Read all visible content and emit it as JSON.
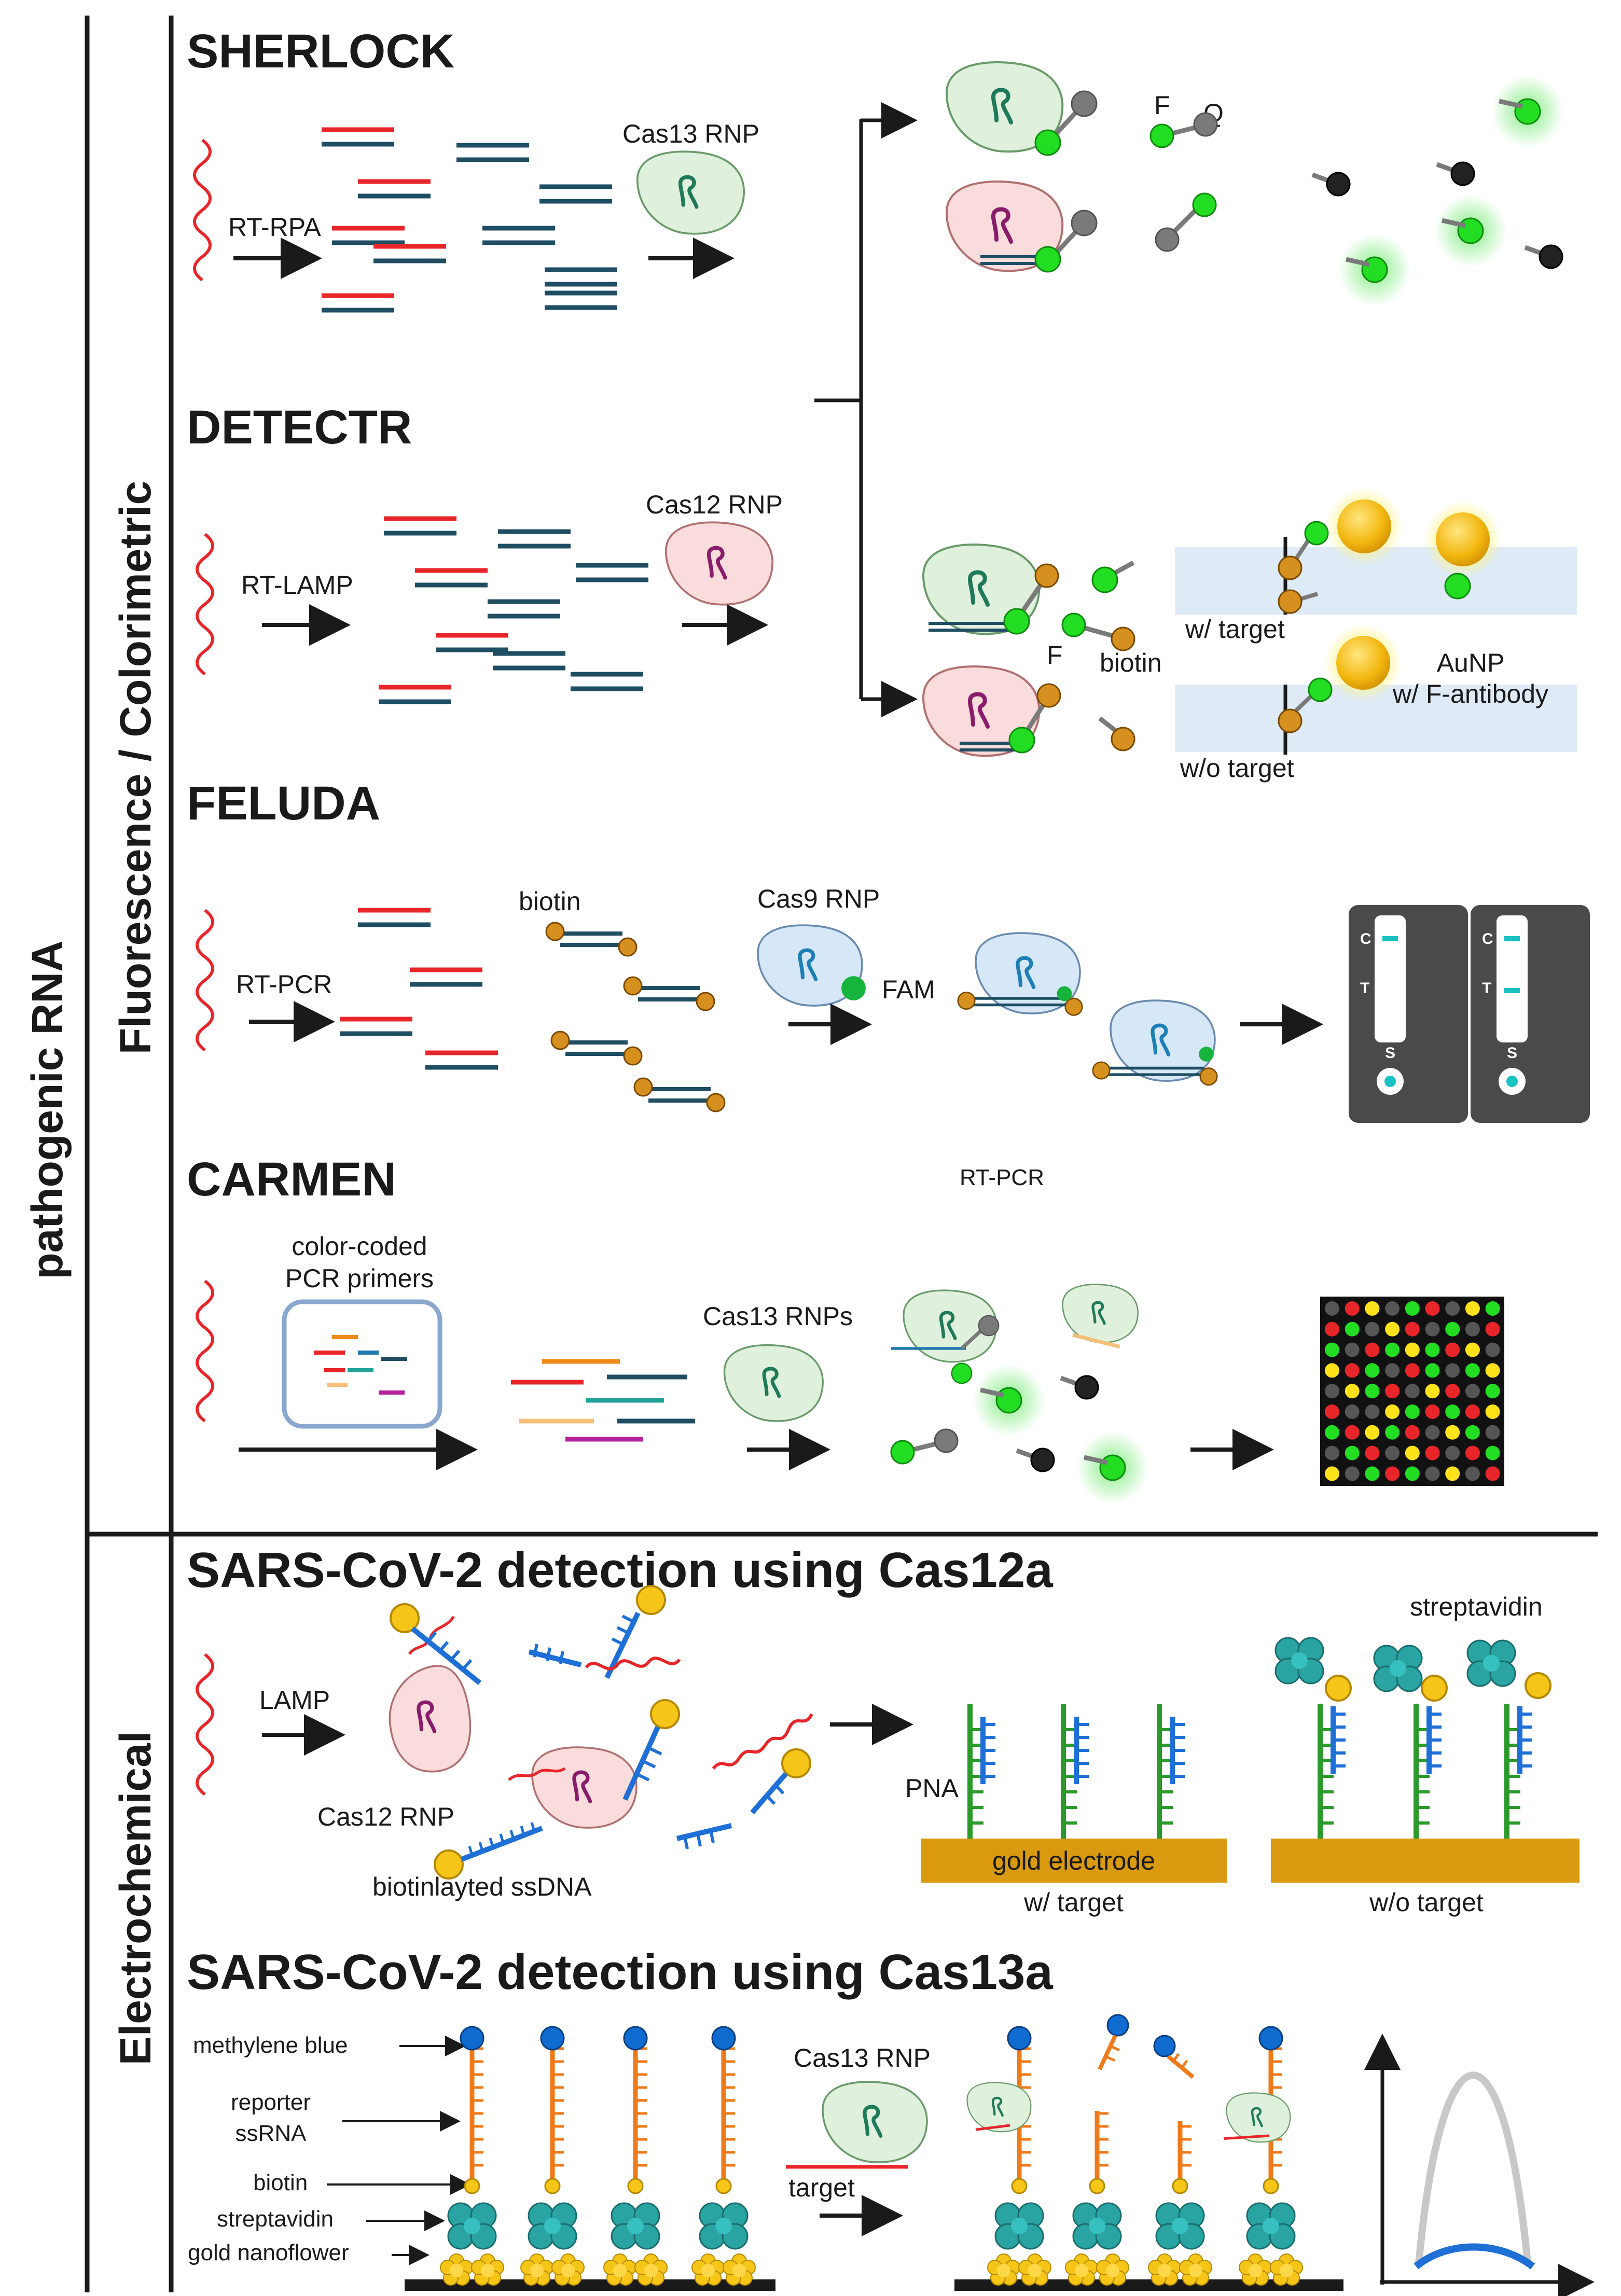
{
  "labels": {
    "outer_vertical": "pathogenic RNA",
    "inner_vertical_top": "Fluorescence / Colorimetric",
    "inner_vertical_bottom": "Electrochemical"
  },
  "sherlock": {
    "title": "SHERLOCK",
    "amplification": "RT-RPA",
    "rnp": "Cas13 RNP",
    "fluor_label": "F",
    "quench_label": "Q"
  },
  "detectr": {
    "title": "DETECTR",
    "amplification": "RT-LAMP",
    "rnp": "Cas12 RNP",
    "fluor_label": "F",
    "biotin_label": "biotin",
    "with_target": "w/ target",
    "without_target": "w/o target",
    "aunp_label_1": "AuNP",
    "aunp_label_2": "w/ F-antibody"
  },
  "feluda": {
    "title": "FELUDA",
    "amplification": "RT-PCR",
    "biotin_label": "biotin",
    "rnp": "Cas9 RNP",
    "fam_label": "FAM",
    "strip_c": "C",
    "strip_t": "T",
    "strip_s": "S"
  },
  "carmen": {
    "title": "CARMEN",
    "extra_label": "RT-PCR",
    "primers_1": "color-coded",
    "primers_2": "PCR primers",
    "rnp": "Cas13 RNPs"
  },
  "cas12a": {
    "title": "SARS-CoV-2 detection using Cas12a",
    "amplification": "LAMP",
    "rnp": "Cas12 RNP",
    "ssdna": "biotinlayted ssDNA",
    "pna": "PNA",
    "electrode": "gold electrode",
    "with_target": "w/ target",
    "without_target": "w/o target",
    "streptavidin": "streptavidin"
  },
  "cas13a": {
    "title": "SARS-CoV-2 detection using Cas13a",
    "methylene": "methylene blue",
    "reporter_1": "reporter",
    "reporter_2": "ssRNA",
    "biotin": "biotin",
    "streptavidin": "streptavidin",
    "nanoflower": "gold nanoflower",
    "rnp": "Cas13 RNP",
    "target": "target"
  },
  "colors": {
    "rna_red": "#e8262a",
    "dna_navy": "#1f4e63",
    "fluor_green": "#22dd22",
    "quencher_gray": "#7a7a7a",
    "gold": "#f5c518",
    "biotin_orange": "#d6901f",
    "dna_blue": "#1e6fd6",
    "pna_green": "#2a9a2a",
    "electrode_gold": "#d99a0f",
    "reporter_orange": "#f07a1a",
    "streptavidin_teal": "#2aa3a3",
    "mb_blue": "#0f6bd0",
    "cas13_fill": "#dff0dc",
    "cas12_fill": "#fadcdc",
    "cas9_fill": "#d6e8f7"
  }
}
